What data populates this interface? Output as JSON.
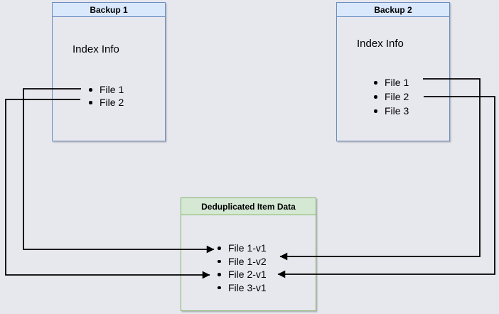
{
  "colors": {
    "background": "#e7e7ee",
    "line": "#000000",
    "blue_border": "#6c8ebf",
    "blue_fill": "#dae8fc",
    "green_border": "#82b366",
    "green_fill": "#d5e8d4"
  },
  "boxes": {
    "backup1": {
      "title": "Backup 1",
      "body_label": "Index Info",
      "items": [
        "File 1",
        "File 2"
      ]
    },
    "backup2": {
      "title": "Backup 2",
      "body_label": "Index Info",
      "items": [
        "File 1",
        "File 2",
        "File 3"
      ]
    },
    "dedup": {
      "title": "Deduplicated Item Data",
      "items": [
        "File 1-v1",
        "File 1-v2",
        "File 2-v1",
        "File 3-v1"
      ]
    }
  },
  "connections": [
    {
      "from": "Backup 1 / File 1",
      "to": "Deduplicated Item Data / File 1-v1"
    },
    {
      "from": "Backup 1 / File 2",
      "to": "Deduplicated Item Data / File 2-v1"
    },
    {
      "from": "Backup 2 / File 1",
      "to": "Deduplicated Item Data / File 1-v2"
    },
    {
      "from": "Backup 2 / File 2",
      "to": "Deduplicated Item Data / File 2-v1"
    }
  ]
}
